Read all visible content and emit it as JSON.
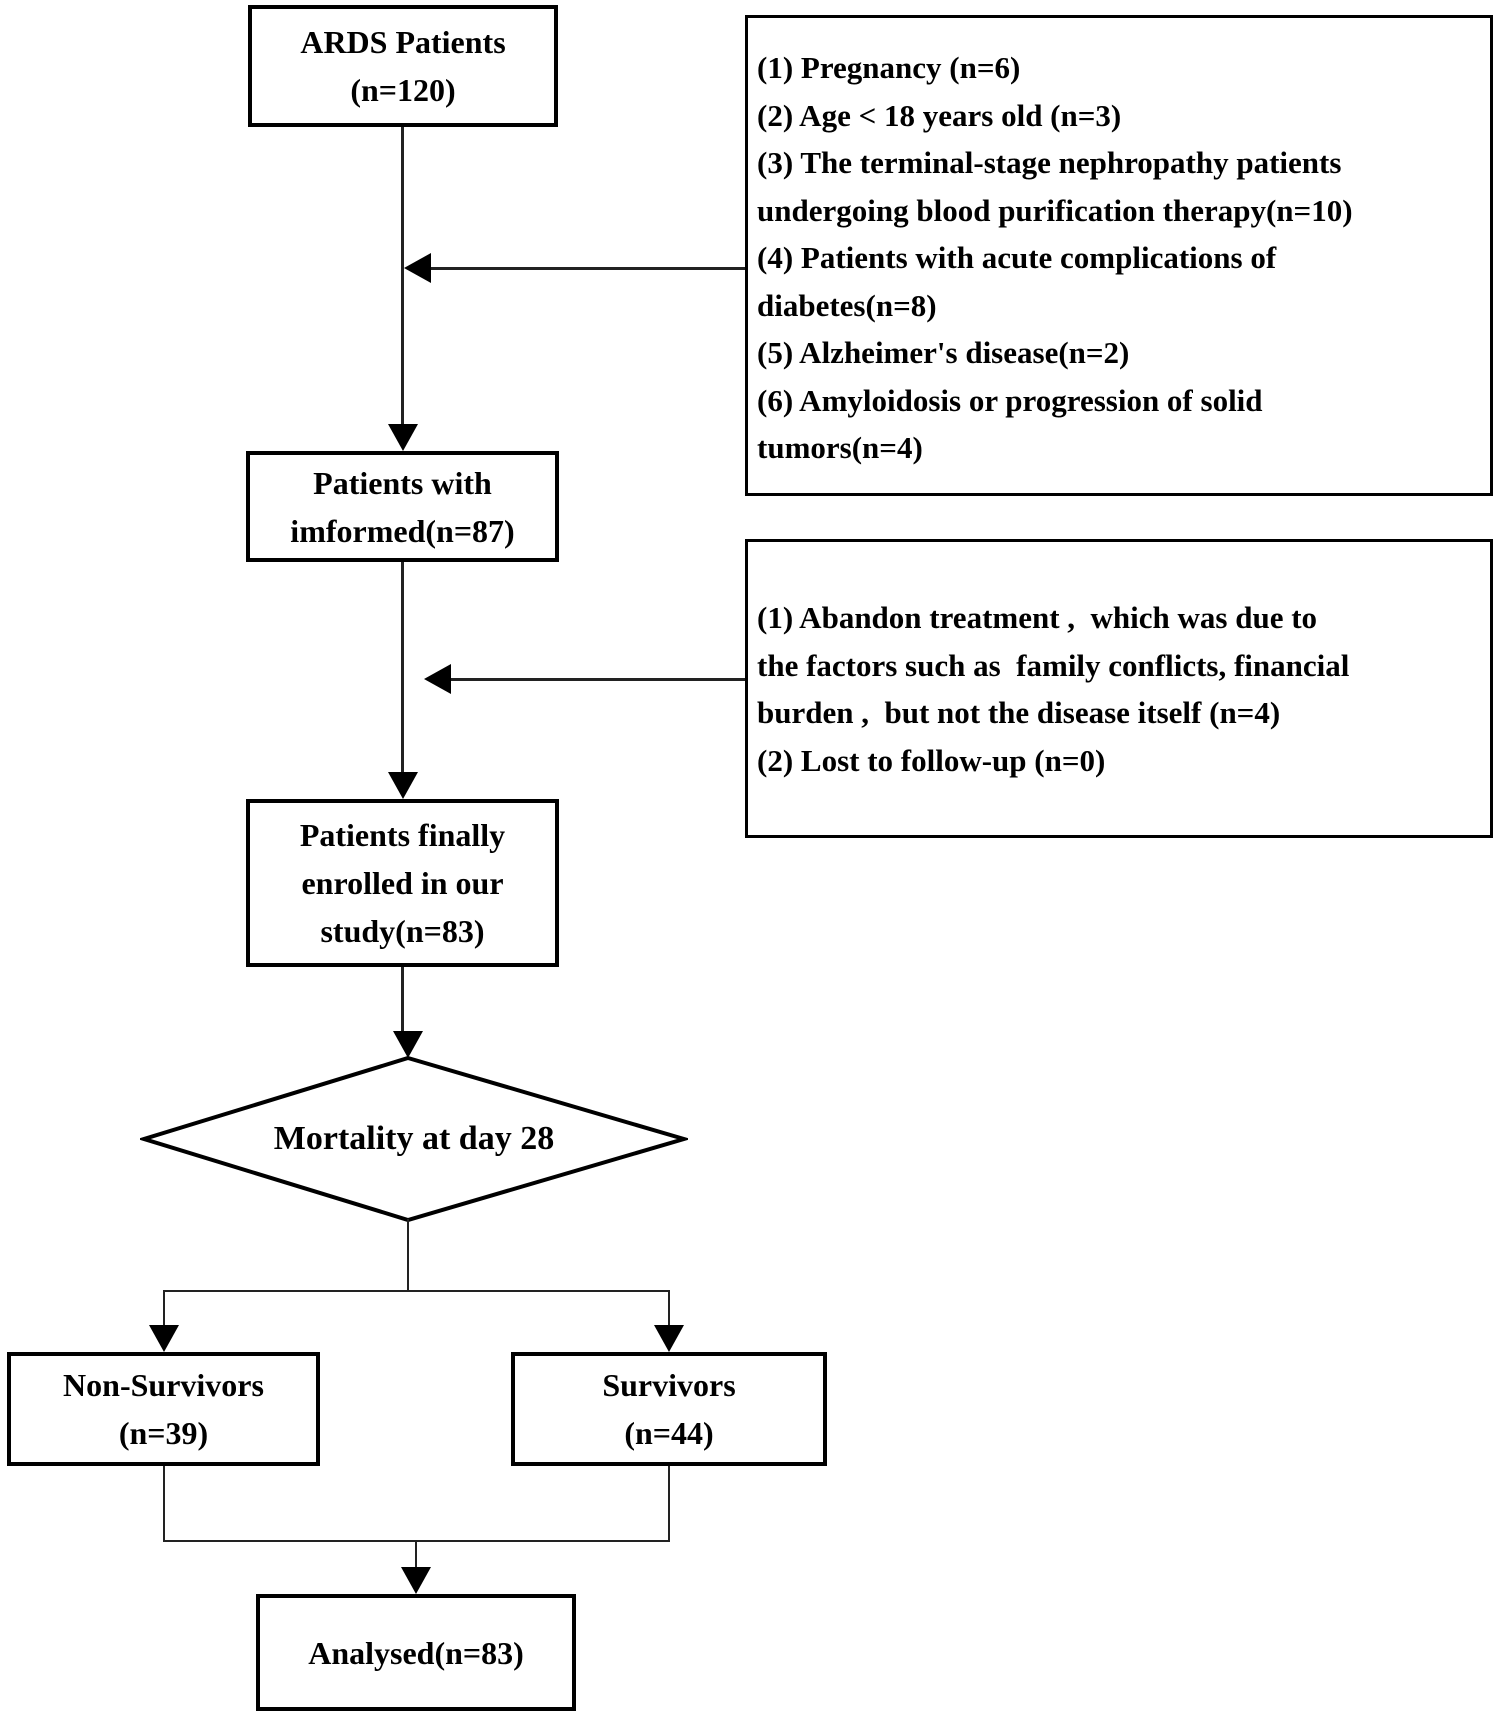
{
  "figure": {
    "type": "flowchart",
    "background": "#ffffff",
    "colors": {
      "box_border": "#000000",
      "text": "#000000",
      "connector": "#222222",
      "arrowhead": "#000000"
    },
    "nodes": {
      "ards": {
        "lines": [
          "ARDS Patients",
          "(n=120)"
        ]
      },
      "informed": {
        "lines": [
          "Patients with",
          "imformed(n=87)"
        ]
      },
      "enrolled": {
        "lines": [
          "Patients finally",
          "enrolled in our",
          "study(n=83)"
        ]
      },
      "decision": {
        "label": "Mortality at day 28"
      },
      "non_survivors": {
        "lines": [
          "Non-Survivors",
          "(n=39)"
        ]
      },
      "survivors": {
        "lines": [
          "Survivors",
          "(n=44)"
        ]
      },
      "analysed": {
        "label": "Analysed(n=83)"
      }
    },
    "exclusions_1": {
      "lines": [
        "(1) Pregnancy (n=6)",
        "(2) Age < 18 years old (n=3)",
        "(3) The terminal-stage nephropathy patients",
        "undergoing blood purification therapy(n=10)",
        "(4) Patients with acute complications of",
        "diabetes(n=8)",
        "(5) Alzheimer's disease(n=2)",
        "(6) Amyloidosis or progression of solid",
        "tumors(n=4)"
      ]
    },
    "exclusions_2": {
      "lines": [
        "(1) Abandon treatment ,  which was due to",
        "the factors such as  family conflicts, financial",
        "burden ,  but not the disease itself (n=4)",
        "(2) Lost to follow-up (n=0)"
      ]
    }
  }
}
